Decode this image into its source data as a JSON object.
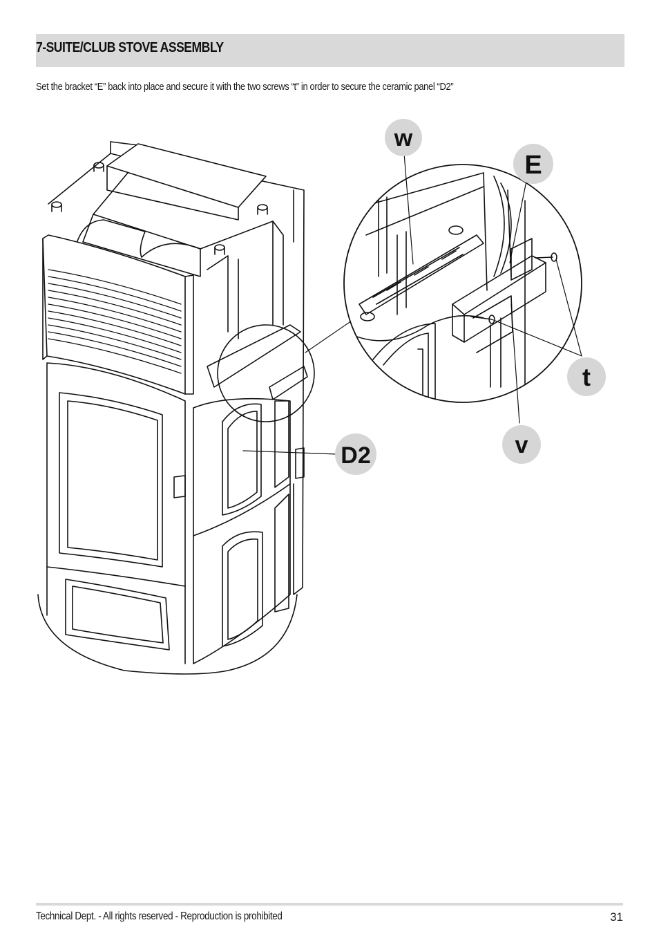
{
  "section": {
    "title": "7-SUITE/CLUB STOVE ASSEMBLY"
  },
  "instruction": "Set the bracket “E” back into place and secure it with the two screws “t” in order to secure the ceramic panel “D2”",
  "figure": {
    "callouts": {
      "w": "w",
      "E": "E",
      "t": "t",
      "v": "v",
      "D2": "D2"
    }
  },
  "footer": {
    "text": "Technical Dept. - All rights reserved - Reproduction is prohibited",
    "page_number": "31"
  },
  "colors": {
    "header_bar": "#d9d9d9",
    "callout_circle": "#d6d6d6",
    "line_art": "#111111"
  }
}
